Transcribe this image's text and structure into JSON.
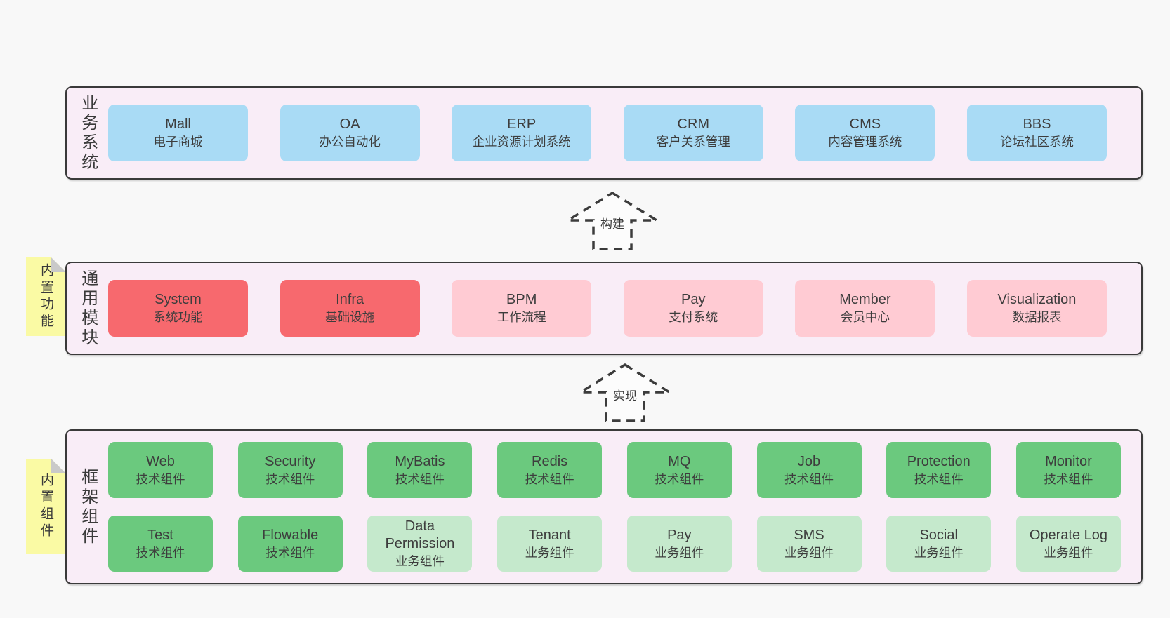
{
  "colors": {
    "page_background": "#f8f8f8",
    "layer_background": "#f9edf7",
    "layer_border": "#3a3a3a",
    "box_blue": "#a9dbf5",
    "box_red": "#f7696e",
    "box_pink": "#ffcbd3",
    "box_green": "#6bc97e",
    "box_green_light": "#c5e9cc",
    "tag_yellow": "#fafaa4",
    "fold_gray": "#c9c9c9",
    "text": "#3d3d3d"
  },
  "arrows": [
    {
      "label": "构建"
    },
    {
      "label": "实现"
    }
  ],
  "layers": [
    {
      "label": "业务系统",
      "boxes": [
        {
          "en": "Mall",
          "zh": "电子商城",
          "variant": "blue"
        },
        {
          "en": "OA",
          "zh": "办公自动化",
          "variant": "blue"
        },
        {
          "en": "ERP",
          "zh": "企业资源计划系统",
          "variant": "blue"
        },
        {
          "en": "CRM",
          "zh": "客户关系管理",
          "variant": "blue"
        },
        {
          "en": "CMS",
          "zh": "内容管理系统",
          "variant": "blue"
        },
        {
          "en": "BBS",
          "zh": "论坛社区系统",
          "variant": "blue"
        }
      ]
    },
    {
      "label": "通用模块",
      "tag": "内置功能",
      "boxes": [
        {
          "en": "System",
          "zh": "系统功能",
          "variant": "red"
        },
        {
          "en": "Infra",
          "zh": "基础设施",
          "variant": "red"
        },
        {
          "en": "BPM",
          "zh": "工作流程",
          "variant": "pink"
        },
        {
          "en": "Pay",
          "zh": "支付系统",
          "variant": "pink"
        },
        {
          "en": "Member",
          "zh": "会员中心",
          "variant": "pink"
        },
        {
          "en": "Visualization",
          "zh": "数据报表",
          "variant": "pink"
        }
      ]
    },
    {
      "label": "框架组件",
      "tag": "内置组件",
      "rows": [
        [
          {
            "en": "Web",
            "zh": "技术组件",
            "variant": "green"
          },
          {
            "en": "Security",
            "zh": "技术组件",
            "variant": "green"
          },
          {
            "en": "MyBatis",
            "zh": "技术组件",
            "variant": "green"
          },
          {
            "en": "Redis",
            "zh": "技术组件",
            "variant": "green"
          },
          {
            "en": "MQ",
            "zh": "技术组件",
            "variant": "green"
          },
          {
            "en": "Job",
            "zh": "技术组件",
            "variant": "green"
          },
          {
            "en": "Protection",
            "zh": "技术组件",
            "variant": "green"
          },
          {
            "en": "Monitor",
            "zh": "技术组件",
            "variant": "green"
          }
        ],
        [
          {
            "en": "Test",
            "zh": "技术组件",
            "variant": "green"
          },
          {
            "en": "Flowable",
            "zh": "技术组件",
            "variant": "green"
          },
          {
            "en": "Data Permission",
            "zh": "业务组件",
            "variant": "green-light"
          },
          {
            "en": "Tenant",
            "zh": "业务组件",
            "variant": "green-light"
          },
          {
            "en": "Pay",
            "zh": "业务组件",
            "variant": "green-light"
          },
          {
            "en": "SMS",
            "zh": "业务组件",
            "variant": "green-light"
          },
          {
            "en": "Social",
            "zh": "业务组件",
            "variant": "green-light"
          },
          {
            "en": "Operate Log",
            "zh": "业务组件",
            "variant": "green-light"
          }
        ]
      ]
    }
  ]
}
